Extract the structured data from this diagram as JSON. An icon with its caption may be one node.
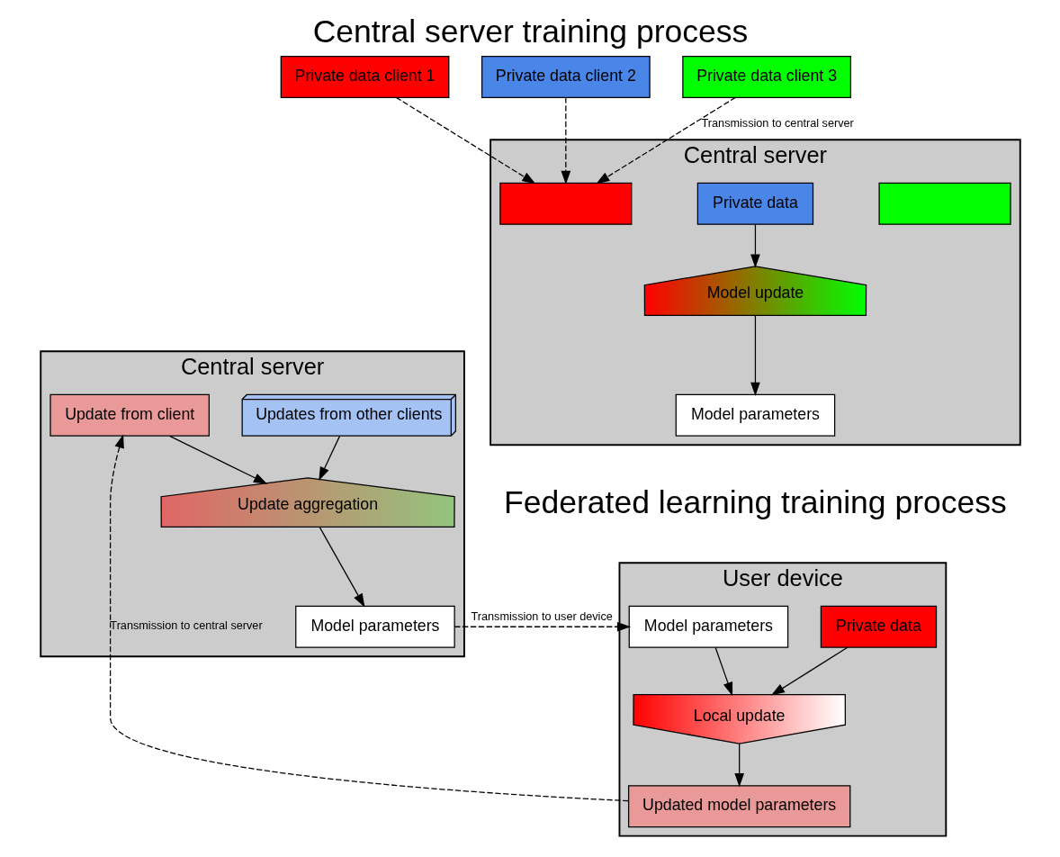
{
  "diagram": {
    "title": "Central server training process",
    "nodes": [
      {
        "text": [
          "Central server"
        ]
      },
      {
        "text": [
          "Model parameters"
        ],
        "in": 0
      },
      {
        "text": [
          "Model update"
        ],
        "in": 0
      },
      {
        "text": [],
        "shape": "box",
        "in": 0
      },
      {
        "text": [
          "Private data"
        ],
        "in": 0
      },
      {
        "text": [],
        "shape": "box",
        "in": 0
      },
      {
        "text": [
          "Private data client 1"
        ]
      },
      {
        "text": [
          "Private data client 2"
        ]
      },
      {
        "text": [
          "Private data client 3"
        ]
      },
      {
        "text": [
          "User device"
        ]
      },
      {
        "text": [
          "Private data"
        ],
        "in": 9
      },
      {
        "text": [
          "Model parameters"
        ],
        "in": 9
      },
      {
        "text": [
          "Local update"
        ],
        "in": 9
      },
      {
        "text": [
          "Updated model parameters"
        ],
        "in": 9
      },
      {
        "text": [
          "Central server"
        ]
      },
      {
        "text": [
          "Model parameters"
        ],
        "in": 14
      },
      {
        "text": [
          "Update aggregation"
        ],
        "in": 14
      },
      {
        "text": [
          "Update from client"
        ],
        "in": 14
      },
      {
        "text": [
          "Updates from other clients"
        ],
        "in": 14
      }
    ],
    "edges": [
      {
        "from": 2,
        "to": 1,
        "arrow": "to"
      },
      {
        "from": 4,
        "to": 2,
        "arrow": "to"
      },
      {
        "from": 6,
        "to": 3,
        "arrow": "to",
        "style": "dashed"
      },
      {
        "from": 7,
        "to": 3,
        "arrow": "to",
        "style": "dashed"
      },
      {
        "from": 8,
        "to": 3,
        "arrow": "to",
        "style": "dashed",
        "label": "Transmission to central server"
      },
      {
        "from": 10,
        "to": 12,
        "arrow": "to"
      },
      {
        "from": 11,
        "to": 12,
        "arrow": "to"
      },
      {
        "from": 12,
        "to": 13,
        "arrow": "to"
      },
      {
        "from": 15,
        "to": 11,
        "arrow": "to",
        "style": "dashed",
        "label": "Transmission to user device"
      },
      {
        "from": 13,
        "to": 17,
        "arrow": "to",
        "style": "dashed",
        "label": "Transmission to central server"
      },
      {
        "from": 16,
        "to": 15,
        "arrow": "to"
      },
      {
        "from": 17,
        "to": 16,
        "arrow": "to"
      },
      {
        "from": 18,
        "to": 16,
        "arrow": "to"
      }
    ],
    "labels": [
      "Federated learning training process"
    ]
  }
}
